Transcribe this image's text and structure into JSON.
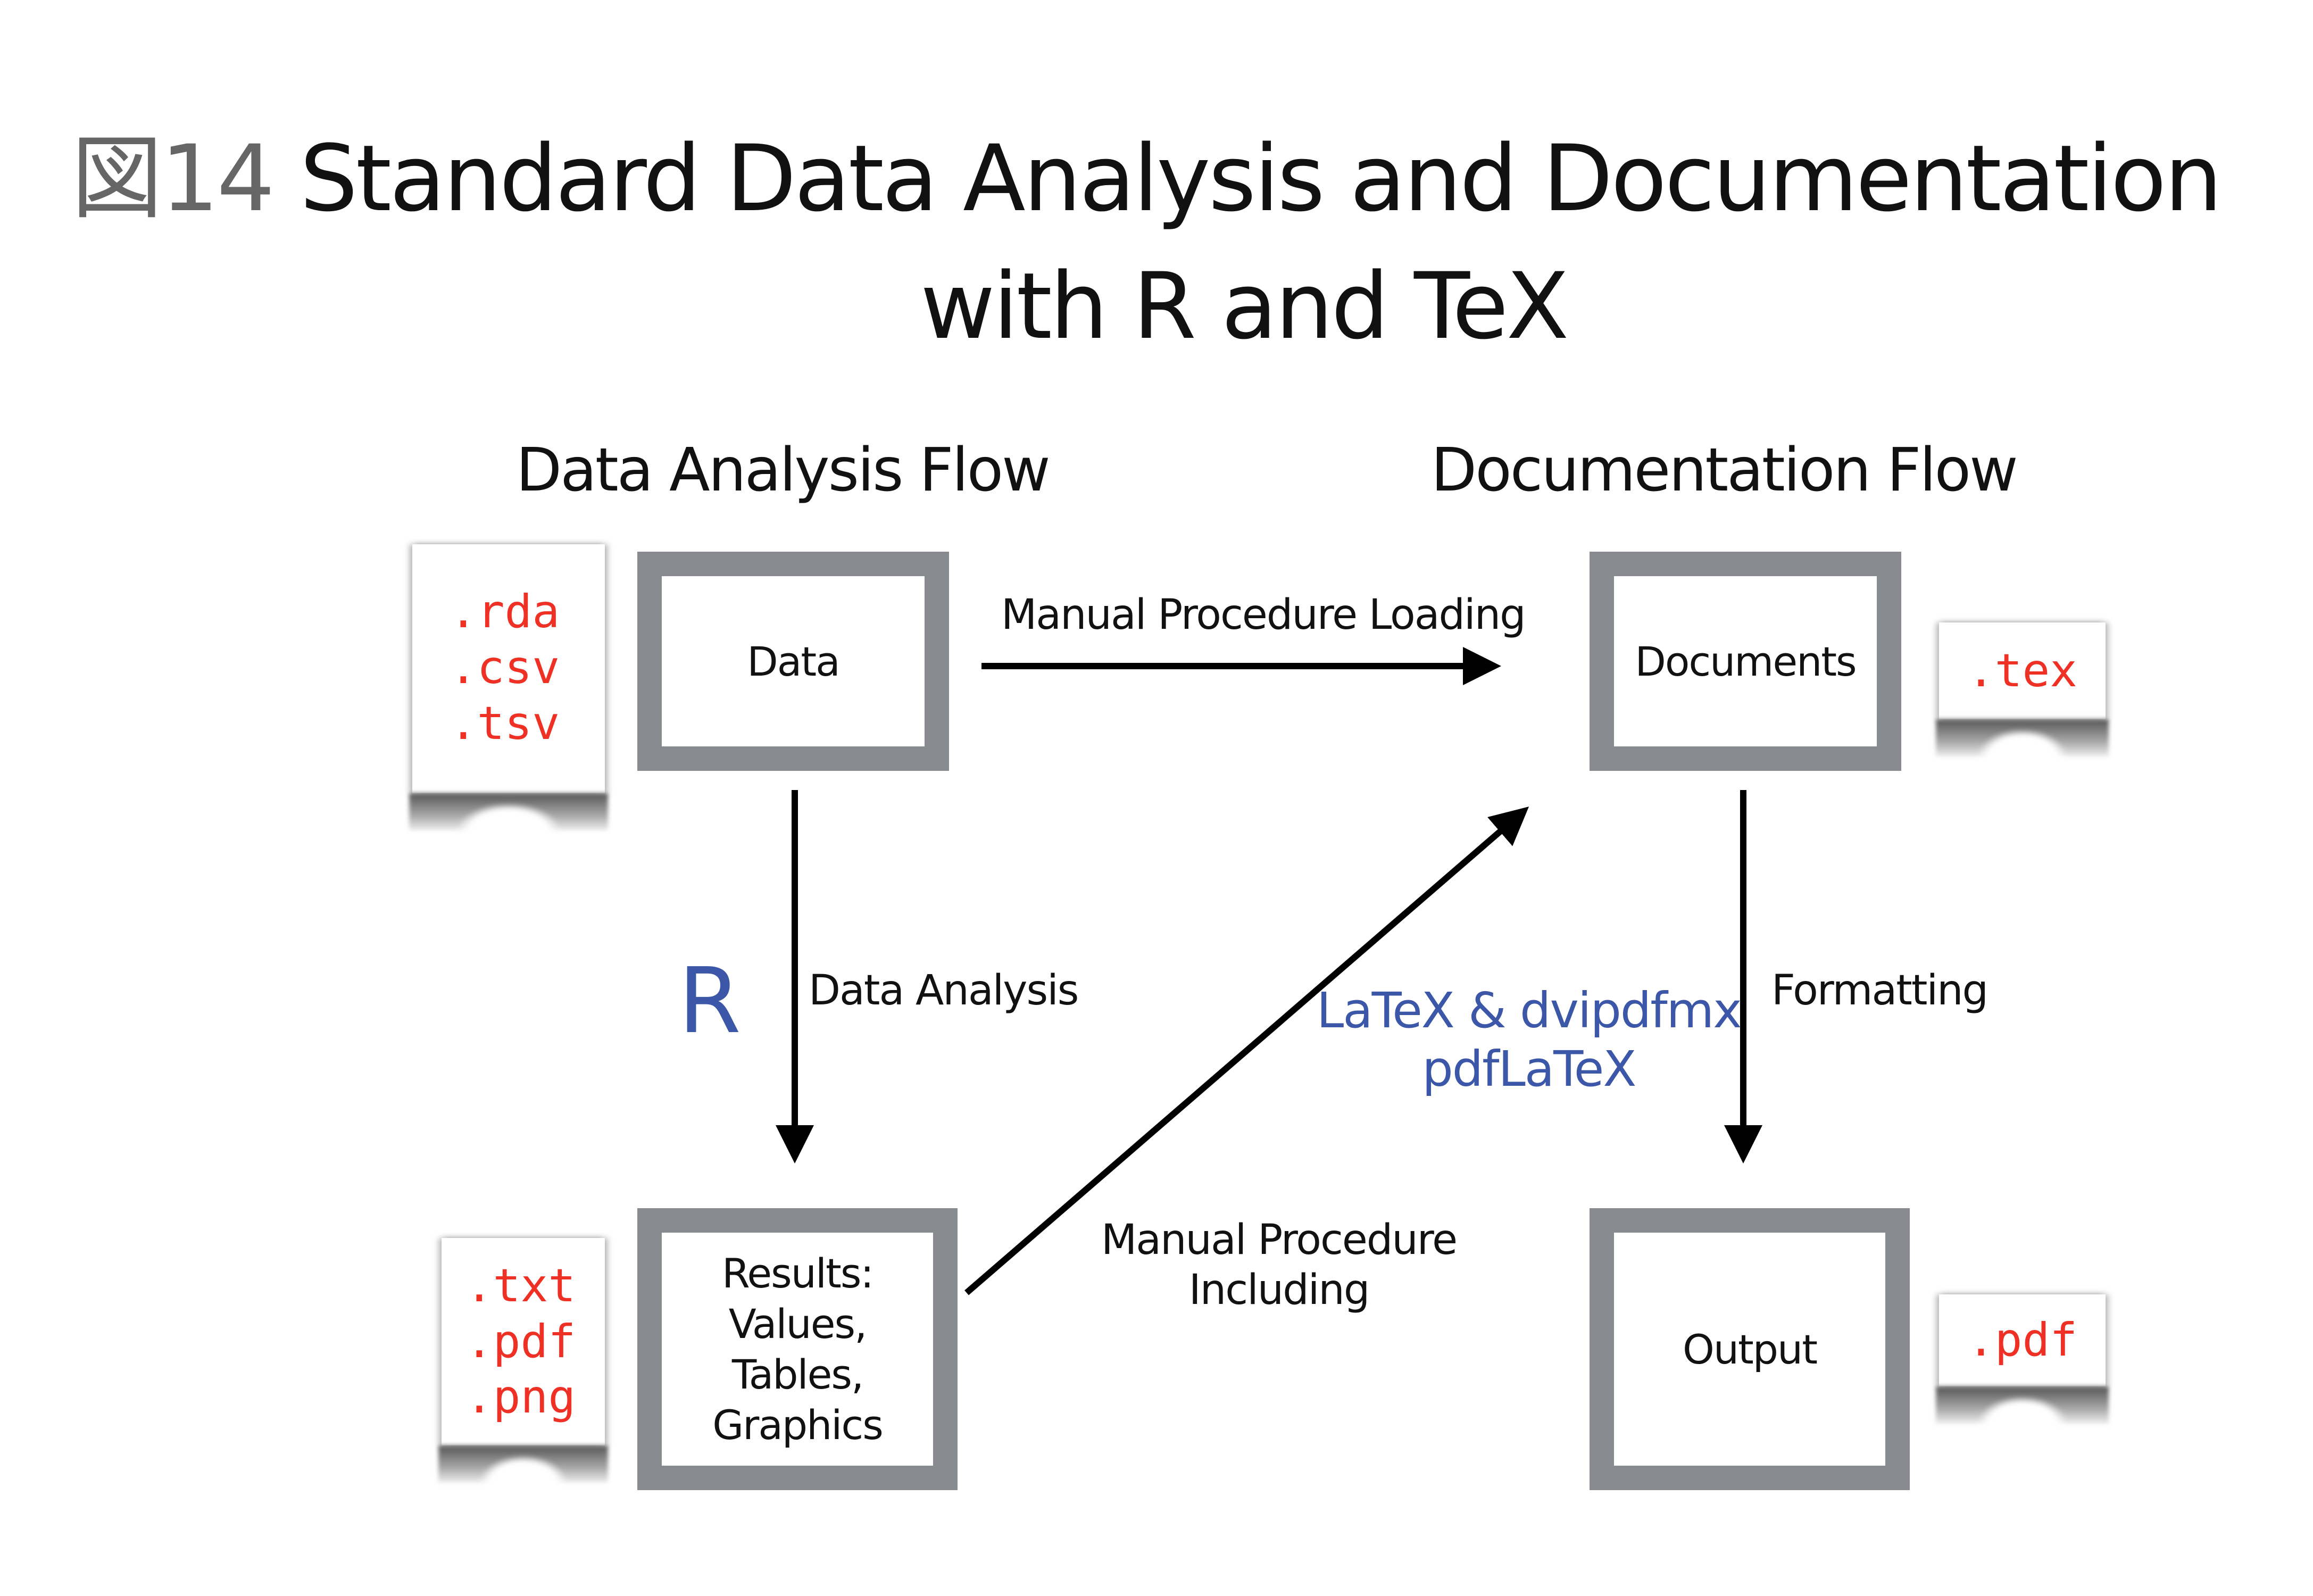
{
  "title": {
    "figure_number": "図14",
    "line1": "Standard Data Analysis and Documentation",
    "line2": "with R and TeX"
  },
  "headings": {
    "left": "Data Analysis Flow",
    "right": "Documentation Flow"
  },
  "nodes": {
    "data": "Data",
    "documents": "Documents",
    "results": [
      "Results:",
      "Values, Tables,",
      "Graphics"
    ],
    "output": "Output"
  },
  "file_types": {
    "data": [
      ".rda",
      ".csv",
      ".tsv"
    ],
    "documents": [
      ".tex"
    ],
    "results": [
      ".txt",
      ".pdf",
      ".png"
    ],
    "output": [
      ".pdf"
    ]
  },
  "edges": {
    "data_to_documents": "Manual Procedure Loading",
    "data_to_results": "Data Analysis",
    "results_to_documents": [
      "Manual Procedure",
      "Including"
    ],
    "documents_to_output": "Formatting"
  },
  "tools": {
    "analysis": "R",
    "typesetting": [
      "LaTeX & dvipdfmx",
      "pdfLaTeX"
    ]
  },
  "colors": {
    "box_border": "#878a8e",
    "file_ext": "#ee3124",
    "tool": "#3c57a8",
    "figure_number": "#666666"
  }
}
